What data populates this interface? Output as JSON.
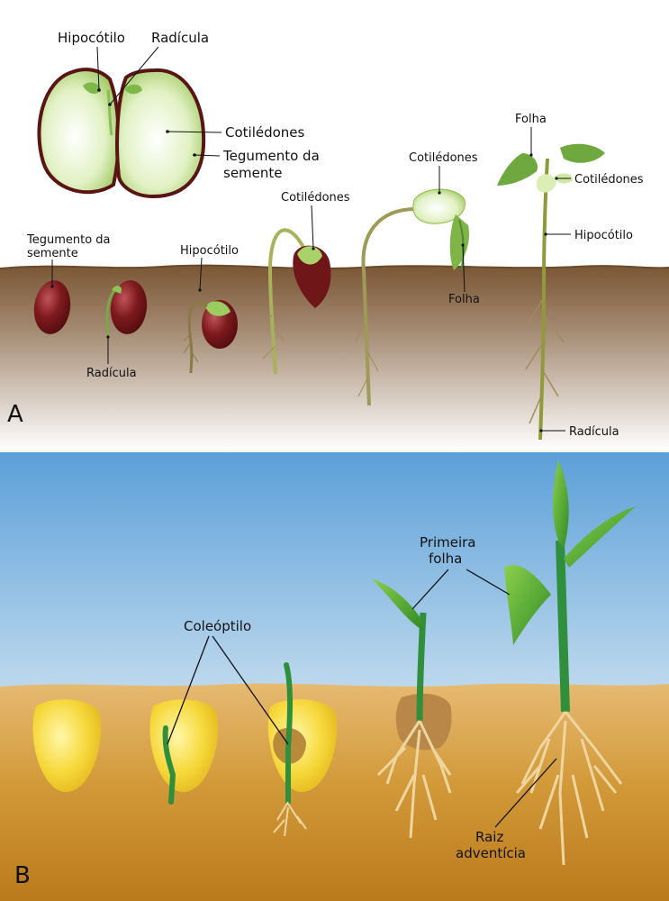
{
  "panel_a": {
    "letter": "A",
    "seed_hypocotyl": "Hipocótilo",
    "seed_radicle": "Radícula",
    "seed_cotyledons": "Cotilédones",
    "seed_coat_line1": "Tegumento da",
    "seed_coat_line2": "semente",
    "stage1_coat_line1": "Tegumento da",
    "stage1_coat_line2": "semente",
    "stage2_radicle": "Radícula",
    "stage3_hypocotyl": "Hipocótilo",
    "stage4_cotyledons": "Cotilédones",
    "stage5_cotyledons": "Cotilédones",
    "stage5_leaf": "Folha",
    "stage6_leaf": "Folha",
    "stage6_cotyledons": "Cotilédones",
    "stage6_hypocotyl": "Hipocótilo",
    "stage6_radicle": "Radícula"
  },
  "panel_b": {
    "letter": "B",
    "coleoptile": "Coleóptilo",
    "first_leaf_line1": "Primeira",
    "first_leaf_line2": "folha",
    "adventitious_root_line1": "Raiz",
    "adventitious_root_line2": "adventícia"
  },
  "colors": {
    "soil_a": "#8a6a4a",
    "sky_b": "#6aa8dc",
    "soil_b": "#c9952f",
    "bean": "#6e1416",
    "cotyledon": "#c8e39a",
    "corn": "#f3d233",
    "leaf": "#3f9a2c",
    "root": "#e6c98a"
  }
}
